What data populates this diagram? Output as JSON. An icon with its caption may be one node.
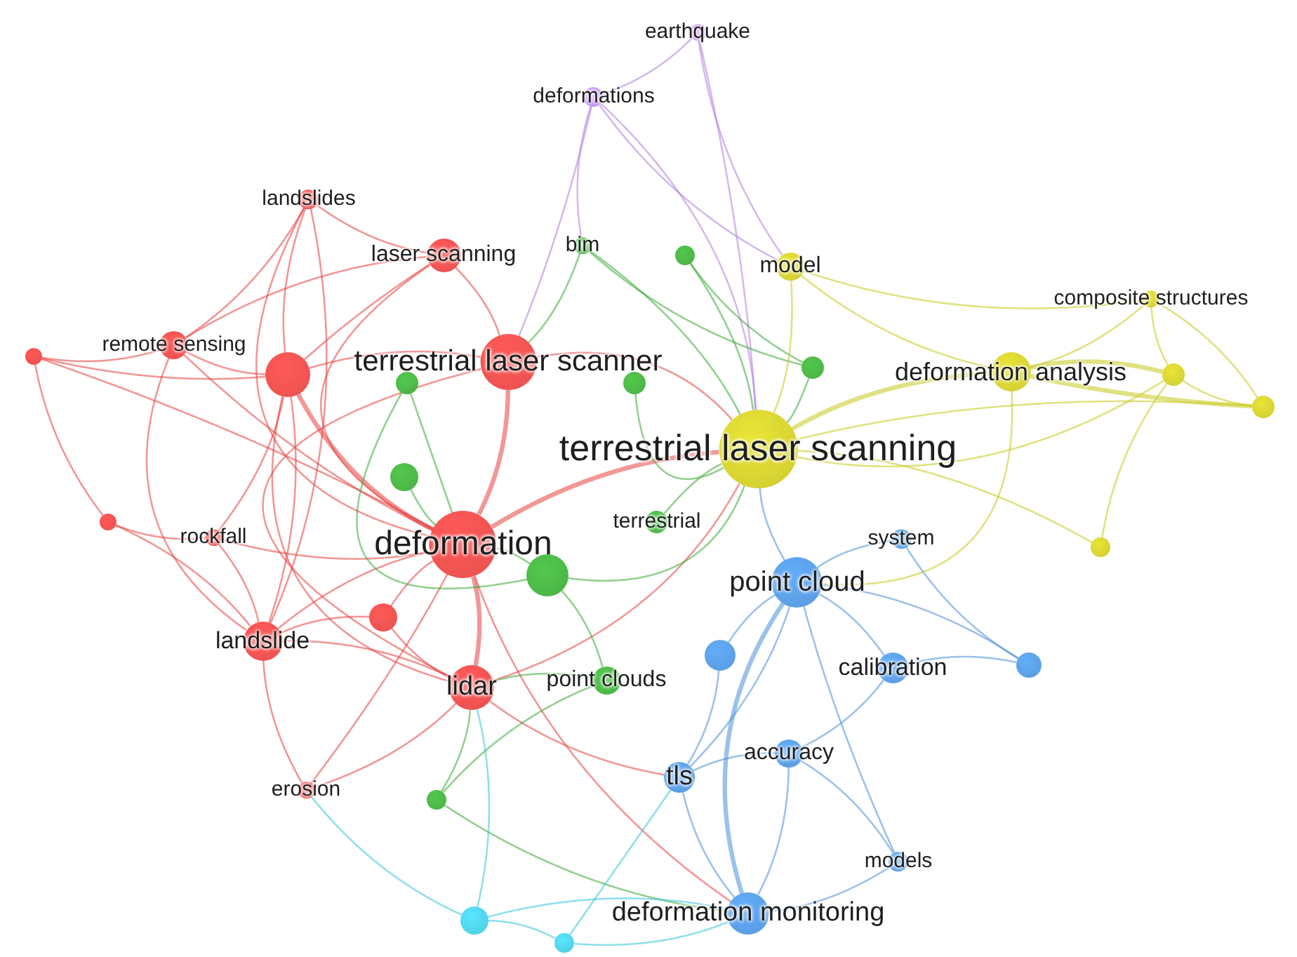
{
  "diagram": {
    "nodes": [
      {
        "text": [
          "earthquake"
        ]
      },
      {
        "text": [
          "deformations"
        ]
      },
      {
        "text": [
          "landslides"
        ]
      },
      {
        "text": [
          "bim"
        ]
      },
      {
        "text": [],
        "shape": "circle"
      },
      {
        "text": [
          "laser scanning"
        ]
      },
      {
        "text": [
          "model"
        ]
      },
      {
        "text": [
          "composite structures"
        ]
      },
      {
        "text": [
          "remote sensing"
        ]
      },
      {
        "text": [],
        "shape": "circle"
      },
      {
        "text": [
          "terrestrial laser scanner"
        ]
      },
      {
        "text": [],
        "shape": "circle"
      },
      {
        "text": [
          "deformation analysis"
        ]
      },
      {
        "text": [],
        "shape": "circle"
      },
      {
        "text": [],
        "shape": "circle"
      },
      {
        "text": [],
        "shape": "circle"
      },
      {
        "text": [],
        "shape": "circle"
      },
      {
        "text": [],
        "shape": "circle"
      },
      {
        "text": [
          "terrestrial laser scanning"
        ]
      },
      {
        "text": [],
        "shape": "circle"
      },
      {
        "text": [],
        "shape": "circle"
      },
      {
        "text": [
          "terrestrial"
        ]
      },
      {
        "text": [
          "rockfall"
        ]
      },
      {
        "text": [
          "system"
        ]
      },
      {
        "text": [
          "deformation"
        ]
      },
      {
        "text": [],
        "shape": "circle"
      },
      {
        "text": [],
        "shape": "circle"
      },
      {
        "text": [
          "point cloud"
        ]
      },
      {
        "text": [],
        "shape": "circle"
      },
      {
        "text": [
          "landslide"
        ]
      },
      {
        "text": [],
        "shape": "circle"
      },
      {
        "text": [
          "calibration"
        ]
      },
      {
        "text": [],
        "shape": "circle"
      },
      {
        "text": [
          "point clouds"
        ]
      },
      {
        "text": [
          "lidar"
        ]
      },
      {
        "text": [
          "accuracy"
        ]
      },
      {
        "text": [
          "tls"
        ]
      },
      {
        "text": [
          "erosion"
        ]
      },
      {
        "text": [],
        "shape": "circle"
      },
      {
        "text": [
          "models"
        ]
      },
      {
        "text": [
          "deformation monitoring"
        ]
      },
      {
        "text": [],
        "shape": "circle"
      },
      {
        "text": [],
        "shape": "circle"
      }
    ],
    "edges": [
      {
        "from": 0,
        "to": 1,
        "arrow": "none",
        "color": "#b07fe0"
      },
      {
        "from": 0,
        "to": 6,
        "arrow": "none",
        "color": "#b07fe0"
      },
      {
        "from": 0,
        "to": 18,
        "arrow": "none",
        "color": "#b07fe0"
      },
      {
        "from": 1,
        "to": 6,
        "arrow": "none",
        "color": "#b07fe0"
      },
      {
        "from": 1,
        "to": 10,
        "arrow": "none",
        "color": "#b07fe0"
      },
      {
        "from": 1,
        "to": 3,
        "arrow": "none",
        "color": "#b07fe0"
      },
      {
        "from": 1,
        "to": 18,
        "arrow": "none",
        "color": "#b07fe0"
      },
      {
        "from": 2,
        "to": 5,
        "arrow": "none"
      },
      {
        "from": 2,
        "to": 8,
        "arrow": "none"
      },
      {
        "from": 2,
        "to": 13,
        "arrow": "none"
      },
      {
        "from": 2,
        "to": 24,
        "arrow": "none"
      },
      {
        "from": 2,
        "to": 29,
        "arrow": "none"
      },
      {
        "from": 5,
        "to": 10,
        "arrow": "none"
      },
      {
        "from": 5,
        "to": 24,
        "arrow": "none"
      },
      {
        "from": 5,
        "to": 13,
        "arrow": "none"
      },
      {
        "from": 5,
        "to": 8,
        "arrow": "none"
      },
      {
        "from": 8,
        "to": 9,
        "arrow": "none"
      },
      {
        "from": 8,
        "to": 13,
        "arrow": "none"
      },
      {
        "from": 8,
        "to": 24,
        "arrow": "none"
      },
      {
        "from": 8,
        "to": 29,
        "arrow": "none"
      },
      {
        "from": 9,
        "to": 13,
        "arrow": "none"
      },
      {
        "from": 9,
        "to": 20,
        "arrow": "none"
      },
      {
        "from": 9,
        "to": 24,
        "arrow": "none"
      },
      {
        "from": 10,
        "to": 13,
        "arrow": "none"
      },
      {
        "from": 10,
        "to": 24,
        "arrow": "none",
        "style": "thick"
      },
      {
        "from": 10,
        "to": 34,
        "arrow": "none"
      },
      {
        "from": 10,
        "to": 18,
        "arrow": "none"
      },
      {
        "from": 13,
        "to": 24,
        "arrow": "none",
        "style": "thick"
      },
      {
        "from": 13,
        "to": 29,
        "arrow": "none"
      },
      {
        "from": 13,
        "to": 34,
        "arrow": "none"
      },
      {
        "from": 13,
        "to": 22,
        "arrow": "none"
      },
      {
        "from": 20,
        "to": 22,
        "arrow": "none"
      },
      {
        "from": 20,
        "to": 29,
        "arrow": "none"
      },
      {
        "from": 22,
        "to": 24,
        "arrow": "none"
      },
      {
        "from": 22,
        "to": 29,
        "arrow": "none"
      },
      {
        "from": 24,
        "to": 29,
        "arrow": "none"
      },
      {
        "from": 24,
        "to": 34,
        "arrow": "none",
        "style": "thick"
      },
      {
        "from": 24,
        "to": 28,
        "arrow": "none"
      },
      {
        "from": 24,
        "to": 18,
        "arrow": "none",
        "style": "thick"
      },
      {
        "from": 28,
        "to": 29,
        "arrow": "none"
      },
      {
        "from": 29,
        "to": 34,
        "arrow": "none"
      },
      {
        "from": 29,
        "to": 37,
        "arrow": "none"
      },
      {
        "from": 37,
        "to": 24,
        "arrow": "none"
      },
      {
        "from": 37,
        "to": 34,
        "arrow": "none"
      },
      {
        "from": 34,
        "to": 18,
        "arrow": "none"
      },
      {
        "from": 34,
        "to": 36,
        "arrow": "none"
      },
      {
        "from": 24,
        "to": 40,
        "arrow": "none"
      },
      {
        "from": 28,
        "to": 34,
        "arrow": "none"
      },
      {
        "from": 3,
        "to": 18,
        "arrow": "none",
        "color": "#3aa935"
      },
      {
        "from": 3,
        "to": 11,
        "arrow": "none",
        "color": "#3aa935"
      },
      {
        "from": 4,
        "to": 18,
        "arrow": "none",
        "color": "#3aa935"
      },
      {
        "from": 4,
        "to": 11,
        "arrow": "none",
        "color": "#3aa935"
      },
      {
        "from": 15,
        "to": 26,
        "arrow": "none",
        "color": "#3aa935"
      },
      {
        "from": 16,
        "to": 18,
        "arrow": "none",
        "color": "#3aa935"
      },
      {
        "from": 11,
        "to": 18,
        "arrow": "none",
        "color": "#3aa935"
      },
      {
        "from": 19,
        "to": 24,
        "arrow": "none",
        "color": "#3aa935"
      },
      {
        "from": 21,
        "to": 18,
        "arrow": "none",
        "color": "#3aa935"
      },
      {
        "from": 26,
        "to": 24,
        "arrow": "none",
        "color": "#3aa935"
      },
      {
        "from": 26,
        "to": 33,
        "arrow": "none",
        "color": "#3aa935"
      },
      {
        "from": 33,
        "to": 34,
        "arrow": "none",
        "color": "#3aa935"
      },
      {
        "from": 38,
        "to": 33,
        "arrow": "none",
        "color": "#3aa935"
      },
      {
        "from": 38,
        "to": 40,
        "arrow": "none",
        "color": "#3aa935"
      },
      {
        "from": 3,
        "to": 10,
        "arrow": "none",
        "color": "#3aa935"
      },
      {
        "from": 26,
        "to": 18,
        "arrow": "none",
        "color": "#3aa935"
      },
      {
        "from": 15,
        "to": 24,
        "arrow": "none",
        "color": "#3aa935"
      },
      {
        "from": 38,
        "to": 34,
        "arrow": "none",
        "color": "#3aa935"
      },
      {
        "from": 6,
        "to": 18,
        "arrow": "none",
        "color": "#c8c81e"
      },
      {
        "from": 6,
        "to": 12,
        "arrow": "none",
        "color": "#c8c81e"
      },
      {
        "from": 7,
        "to": 12,
        "arrow": "none",
        "color": "#c8c81e"
      },
      {
        "from": 7,
        "to": 14,
        "arrow": "none",
        "color": "#c8c81e"
      },
      {
        "from": 7,
        "to": 17,
        "arrow": "none",
        "color": "#c8c81e"
      },
      {
        "from": 12,
        "to": 18,
        "arrow": "none",
        "style": "thick",
        "color": "#c8c81e"
      },
      {
        "from": 12,
        "to": 14,
        "arrow": "none",
        "style": "thick",
        "color": "#c8c81e"
      },
      {
        "from": 14,
        "to": 17,
        "arrow": "none",
        "color": "#c8c81e"
      },
      {
        "from": 12,
        "to": 17,
        "arrow": "none",
        "style": "thick",
        "color": "#c8c81e"
      },
      {
        "from": 18,
        "to": 14,
        "arrow": "none",
        "color": "#c8c81e"
      },
      {
        "from": 25,
        "to": 14,
        "arrow": "none",
        "color": "#c8c81e"
      },
      {
        "from": 25,
        "to": 18,
        "arrow": "none",
        "color": "#c8c81e"
      },
      {
        "from": 12,
        "to": 27,
        "arrow": "none",
        "color": "#c8c81e"
      },
      {
        "from": 6,
        "to": 7,
        "arrow": "none",
        "color": "#c8c81e"
      },
      {
        "from": 18,
        "to": 17,
        "arrow": "none",
        "color": "#c8c81e"
      },
      {
        "from": 23,
        "to": 27,
        "arrow": "none",
        "color": "#4a90d9"
      },
      {
        "from": 27,
        "to": 18,
        "arrow": "none",
        "color": "#4a90d9"
      },
      {
        "from": 27,
        "to": 30,
        "arrow": "none",
        "color": "#4a90d9"
      },
      {
        "from": 27,
        "to": 31,
        "arrow": "none",
        "color": "#4a90d9"
      },
      {
        "from": 27,
        "to": 40,
        "arrow": "none",
        "style": "thick",
        "color": "#4a90d9"
      },
      {
        "from": 31,
        "to": 32,
        "arrow": "none",
        "color": "#4a90d9"
      },
      {
        "from": 23,
        "to": 32,
        "arrow": "none",
        "color": "#4a90d9"
      },
      {
        "from": 30,
        "to": 36,
        "arrow": "none",
        "color": "#4a90d9"
      },
      {
        "from": 35,
        "to": 36,
        "arrow": "none",
        "color": "#4a90d9"
      },
      {
        "from": 35,
        "to": 40,
        "arrow": "none",
        "color": "#4a90d9"
      },
      {
        "from": 36,
        "to": 40,
        "arrow": "none",
        "color": "#4a90d9"
      },
      {
        "from": 39,
        "to": 40,
        "arrow": "none",
        "color": "#4a90d9"
      },
      {
        "from": 39,
        "to": 35,
        "arrow": "none",
        "color": "#4a90d9"
      },
      {
        "from": 31,
        "to": 35,
        "arrow": "none",
        "color": "#4a90d9"
      },
      {
        "from": 32,
        "to": 27,
        "arrow": "none",
        "color": "#4a90d9"
      },
      {
        "from": 39,
        "to": 27,
        "arrow": "none",
        "color": "#4a90d9"
      },
      {
        "from": 36,
        "to": 27,
        "arrow": "none",
        "color": "#4a90d9"
      },
      {
        "from": 41,
        "to": 40,
        "arrow": "none",
        "color": "#36c5dc"
      },
      {
        "from": 42,
        "to": 40,
        "arrow": "none",
        "color": "#36c5dc"
      },
      {
        "from": 41,
        "to": 42,
        "arrow": "none",
        "color": "#36c5dc"
      },
      {
        "from": 41,
        "to": 34,
        "arrow": "none",
        "color": "#36c5dc"
      },
      {
        "from": 41,
        "to": 37,
        "arrow": "none",
        "color": "#36c5dc"
      },
      {
        "from": 42,
        "to": 36,
        "arrow": "none",
        "color": "#36c5dc"
      }
    ]
  }
}
